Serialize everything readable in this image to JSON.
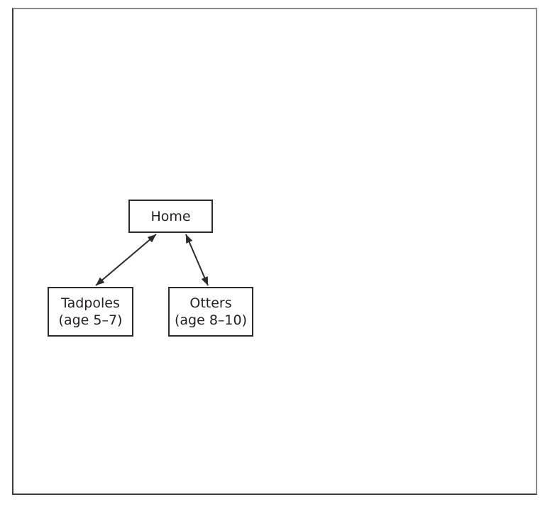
{
  "diagram": {
    "title": "site-structure-diagram",
    "nodes": [
      {
        "id": "home",
        "label": "Home"
      },
      {
        "id": "tadpoles",
        "label": "Tadpoles",
        "sublabel": "(age 5–7)"
      },
      {
        "id": "otters",
        "label": "Otters",
        "sublabel": "(age 8–10)"
      }
    ],
    "edges": [
      {
        "from": "Home",
        "to": "Tadpoles (age 5–7)",
        "style": "double-headed-arrow"
      },
      {
        "from": "Home",
        "to": "Otters (age 8–10)",
        "style": "double-headed-arrow"
      }
    ],
    "colors": {
      "background": "#ffffff",
      "node_border": "#2b2b2b",
      "text": "#231f20",
      "arrow": "#2b2b2b",
      "frame_border_light": "#8a8a8a",
      "frame_border_dark": "#3c3c3c"
    }
  }
}
